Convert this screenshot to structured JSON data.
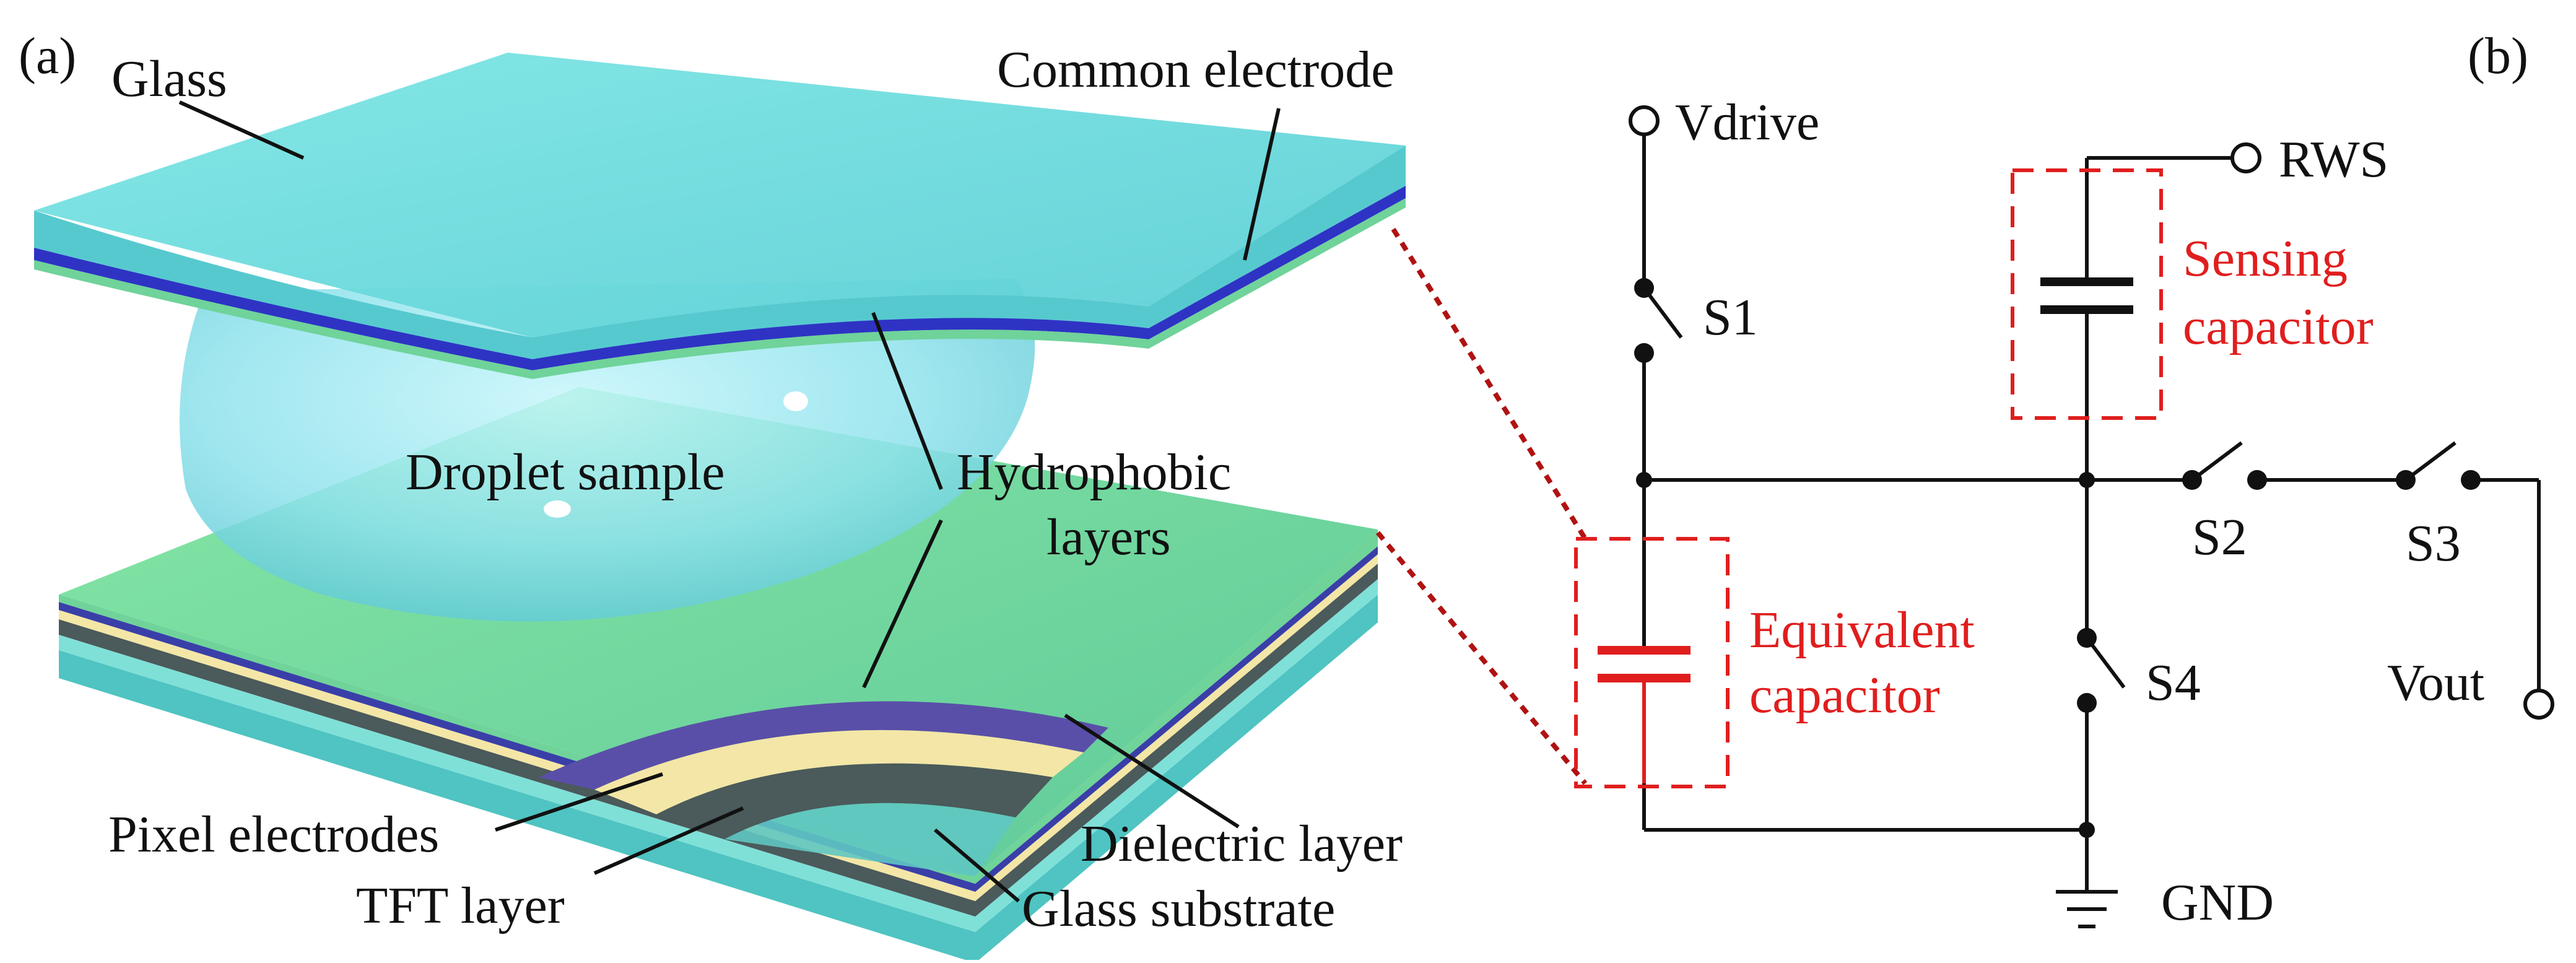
{
  "panels": {
    "a": "(a)",
    "b": "(b)"
  },
  "device_labels": {
    "glass": "Glass",
    "common_electrode": "Common electrode",
    "droplet_sample": "Droplet sample",
    "hydrophobic_line1": "Hydrophobic",
    "hydrophobic_line2": "layers",
    "pixel_electrodes": "Pixel electrodes",
    "tft_layer": "TFT layer",
    "dielectric_layer": "Dielectric layer",
    "glass_substrate": "Glass substrate"
  },
  "circuit_labels": {
    "vdrive": "Vdrive",
    "rws": "RWS",
    "s1": "S1",
    "s2": "S2",
    "s3": "S3",
    "s4": "S4",
    "sensing_line1": "Sensing",
    "sensing_line2": "capacitor",
    "equivalent_line1": "Equivalent",
    "equivalent_line2": "capacitor",
    "vout": "Vout",
    "gnd": "GND"
  },
  "colors": {
    "glass": "#6fd8dd",
    "common_electrode": "#3a3fc0",
    "hydrophobic": "#7fe3a0",
    "dielectric": "#5a4fa8",
    "pixel_electrodes": "#f3e6a6",
    "tft": "#4b5a5a",
    "droplet": "#9fe8f0",
    "highlight_red": "#e01e1e",
    "wire": "#111111"
  }
}
